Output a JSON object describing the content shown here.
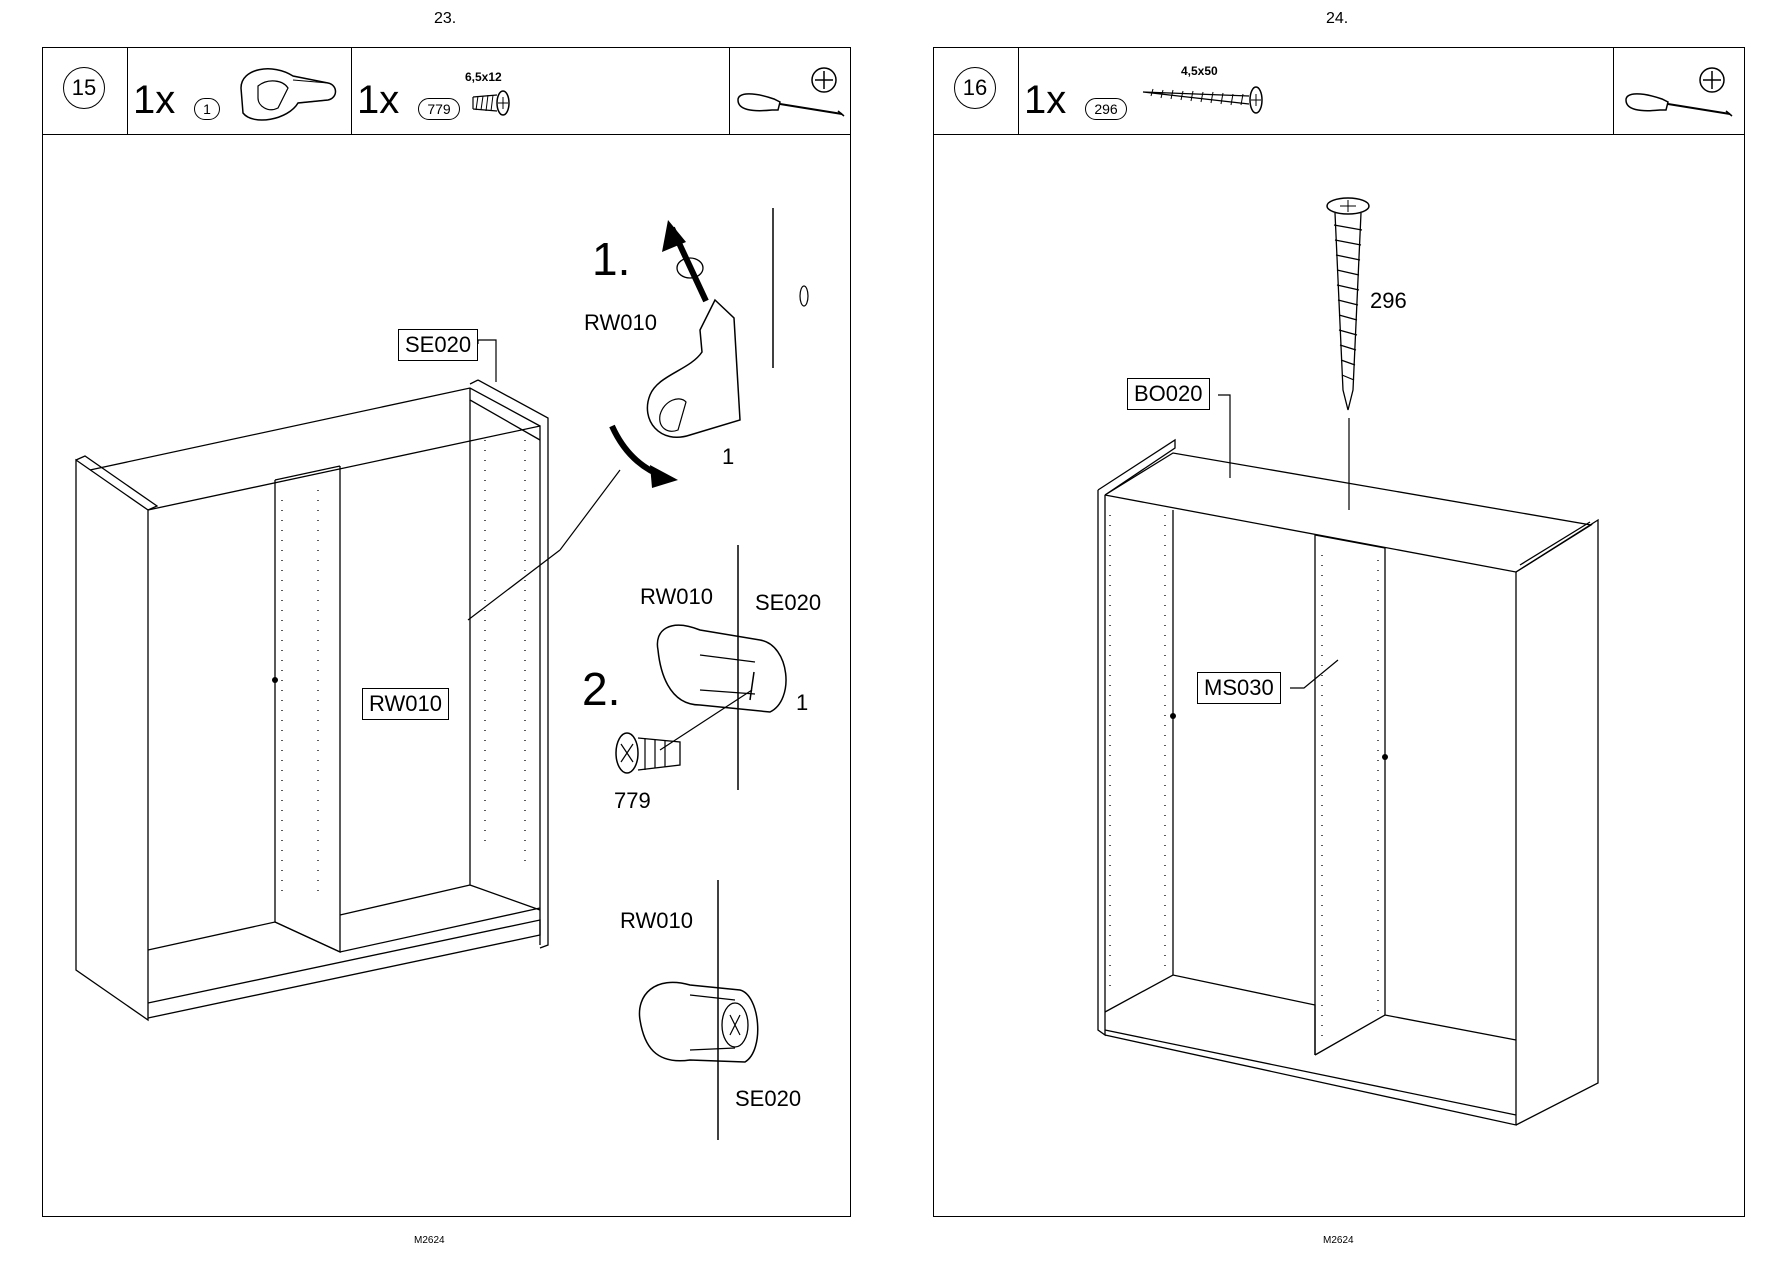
{
  "pages": [
    {
      "page_number": "23.",
      "footer": "M2624",
      "step": "15",
      "parts": [
        {
          "qty": "1x",
          "part_no": "1",
          "size": ""
        },
        {
          "qty": "1x",
          "part_no": "779",
          "size": "6,5x12"
        }
      ],
      "tool_icon": "phillips-screwdriver-icon",
      "labels": {
        "panel_se020": "SE020",
        "panel_rw010": "RW010",
        "step1": "1.",
        "step2": "2.",
        "fitting_top": "RW010",
        "fitting_top_num": "1",
        "fitting_mid_left": "RW010",
        "fitting_mid_right": "SE020",
        "fitting_mid_num": "1",
        "screw_num": "779",
        "fitting_bot_top": "RW010",
        "fitting_bot_bottom": "SE020"
      }
    },
    {
      "page_number": "24.",
      "footer": "M2624",
      "step": "16",
      "parts": [
        {
          "qty": "1x",
          "part_no": "296",
          "size": "4,5x50"
        }
      ],
      "tool_icon": "phillips-screwdriver-icon",
      "labels": {
        "panel_bo020": "BO020",
        "panel_ms030": "MS030",
        "screw_num": "296"
      }
    }
  ]
}
